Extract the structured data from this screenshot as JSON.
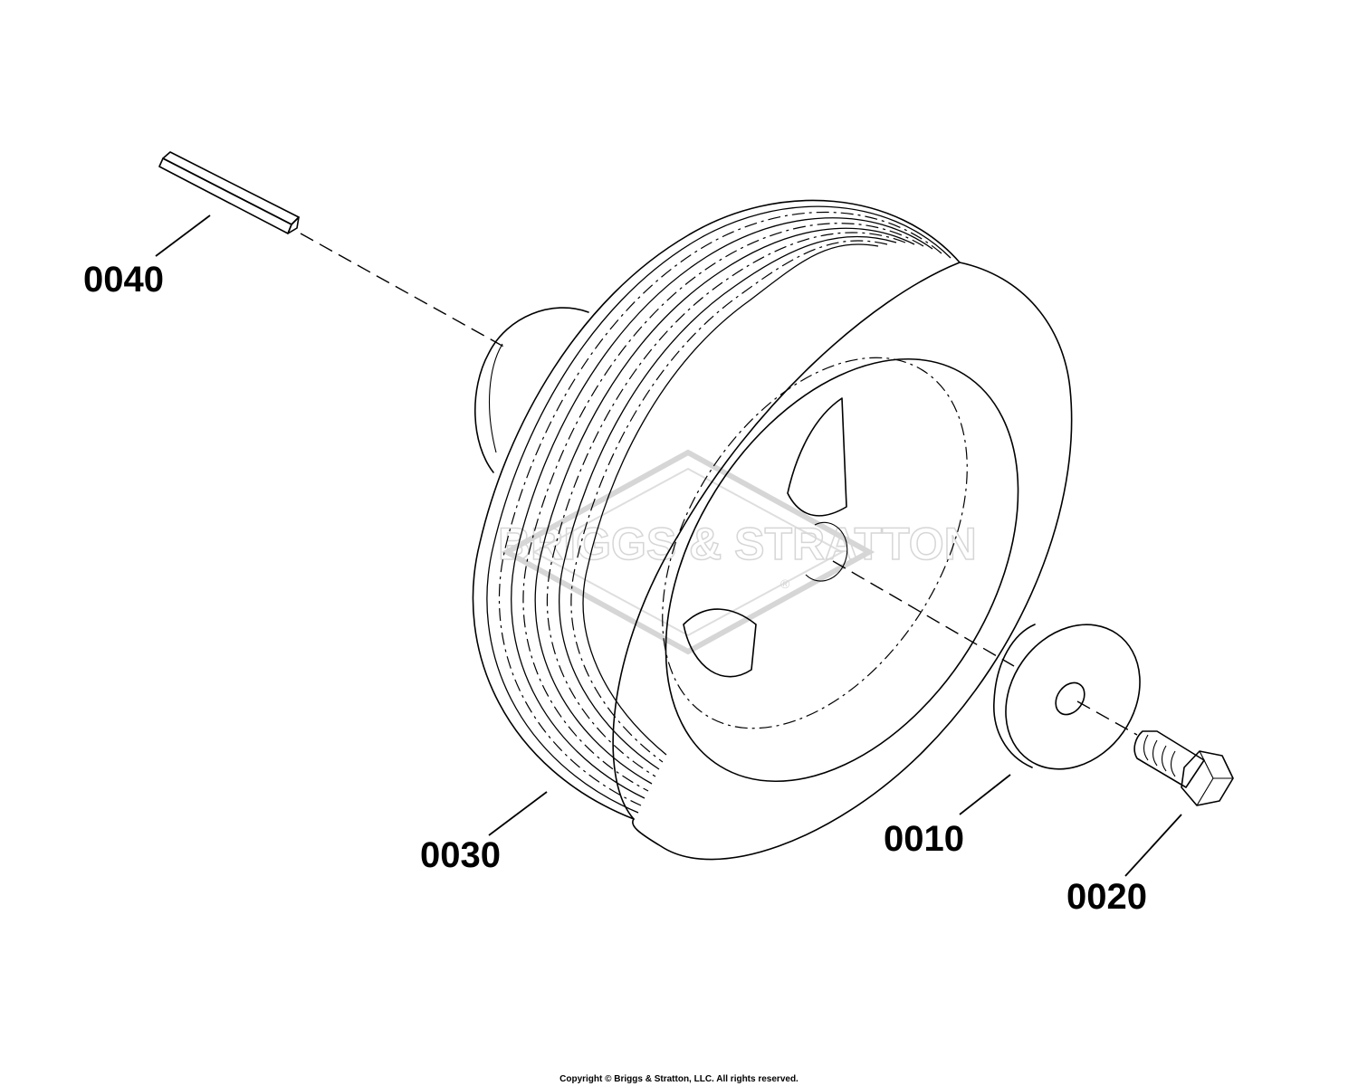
{
  "diagram": {
    "watermark": {
      "brand_text": "BRIGGS & STRATTON",
      "registered_mark": "®",
      "color": "#d6d6d6"
    },
    "callouts": [
      {
        "id": "0010",
        "label": "0010",
        "part": "washer"
      },
      {
        "id": "0020",
        "label": "0020",
        "part": "hex-bolt"
      },
      {
        "id": "0030",
        "label": "0030",
        "part": "pulley"
      },
      {
        "id": "0040",
        "label": "0040",
        "part": "key"
      }
    ],
    "copyright": "Copyright © Briggs & Stratton, LLC. All rights reserved.",
    "line_color": "#000000",
    "background_color": "#ffffff"
  }
}
